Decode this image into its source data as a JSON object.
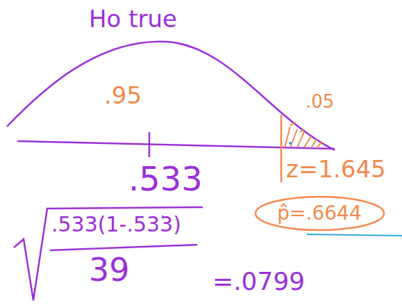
{
  "diagram": {
    "nodes": [
      {
        "text": [
          "p̂=.6644"
        ]
      }
    ],
    "labels": [
      "Ho true",
      ".95",
      ".05",
      ".533",
      "z=1.645",
      ".533(1-.533)",
      "39",
      "=.0799"
    ]
  }
}
